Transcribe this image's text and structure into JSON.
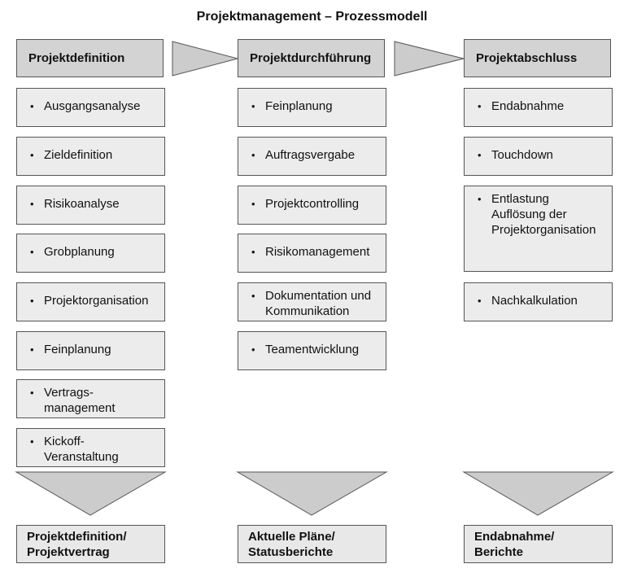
{
  "title": "Projektmanagement – Prozessmodell",
  "colors": {
    "header_fill": "#d3d3d3",
    "box_fill": "#ececec",
    "arrow_fill": "#cccccc",
    "border": "#555555"
  },
  "phases": [
    {
      "header": "Projektdefinition",
      "items": [
        "Ausgangsanalyse",
        "Zieldefinition",
        "Risikoanalyse",
        "Grobplanung",
        "Projektorganisation",
        "Feinplanung",
        "Vertrags-\nmanagement",
        "Kickoff-\nVeranstaltung"
      ],
      "result": "Projektdefinition/\nProjektvertrag"
    },
    {
      "header": "Projektdurchführung",
      "items": [
        "Feinplanung",
        "Auftragsvergabe",
        "Projektcontrolling",
        "Risikomanagement",
        "Dokumentation und\nKommunikation",
        "Teamentwicklung"
      ],
      "result": "Aktuelle Pläne/\nStatusberichte"
    },
    {
      "header": "Projektabschluss",
      "items": [
        "Endabnahme",
        "Touchdown",
        "Entlastung\nAuflösung der\nProjektorganisation",
        "Nachkalkulation"
      ],
      "result": "Endabnahme/\nBerichte"
    }
  ]
}
